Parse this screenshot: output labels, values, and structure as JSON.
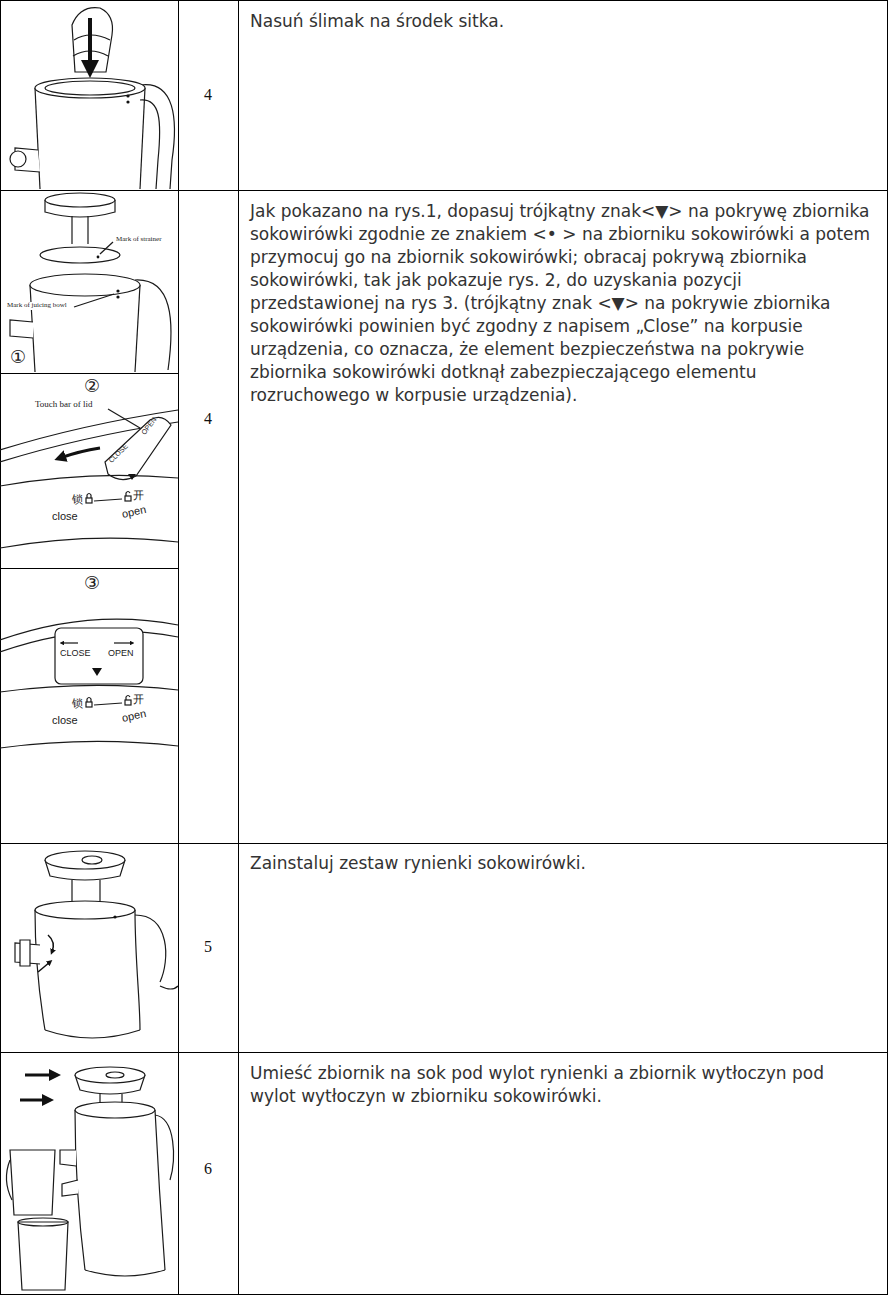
{
  "diagram": {
    "labels": [
      "4",
      "Nasuń ślimak na środek sitka.",
      "Mark of strainer",
      "Mark of juicing bowl",
      "①",
      "②",
      "Touch bar of lid",
      "OPEN",
      "CLOSE",
      "锁",
      "开",
      "close",
      "open",
      "③",
      "CLOSE",
      "OPEN",
      "锁",
      "开",
      "close",
      "open",
      "4",
      "Jak pokazano na rys.1, dopasuj trójkątny znak<▼> na pokrywę zbiornika sokowirówki zgodnie ze znakiem <• > na zbiorniku sokowirówki a potem przymocuj go na zbiornik sokowirówki; obracaj pokrywą zbiornika sokowirówki, tak jak pokazuje rys. 2, do uzyskania pozycji przedstawionej na rys 3. (trójkątny znak <▼> na pokrywie zbiornika sokowirówki powinien być zgodny z napisem „Close” na korpusie urządzenia, co oznacza, że element bezpieczeństwa na pokrywie zbiornika sokowirówki dotknął zabezpieczającego elementu rozruchowego w korpusie urządzenia).",
      "5",
      "Zainstaluj zestaw rynienki sokowirówki.",
      "6",
      "Umieść zbiornik na sok pod wylot rynienki a zbiornik wytłoczyn pod wylot wytłoczyn w zbiorniku sokowirówki."
    ]
  }
}
